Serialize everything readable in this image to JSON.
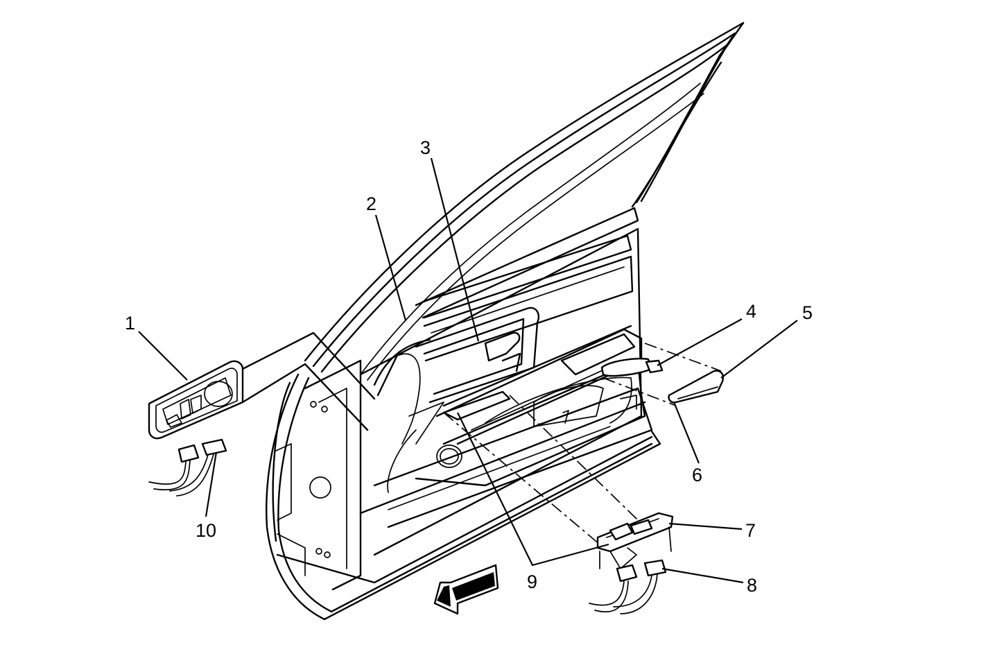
{
  "diagram": {
    "callouts": [
      {
        "id": "1",
        "text": "1"
      },
      {
        "id": "2",
        "text": "2"
      },
      {
        "id": "3",
        "text": "3"
      },
      {
        "id": "4",
        "text": "4"
      },
      {
        "id": "5",
        "text": "5"
      },
      {
        "id": "6",
        "text": "6"
      },
      {
        "id": "7",
        "text": "7"
      },
      {
        "id": "8",
        "text": "8"
      },
      {
        "id": "9",
        "text": "9"
      },
      {
        "id": "10",
        "text": "10"
      }
    ],
    "line_color": "#000000",
    "background": "#ffffff",
    "direction_arrow": "front-arrow-icon"
  }
}
